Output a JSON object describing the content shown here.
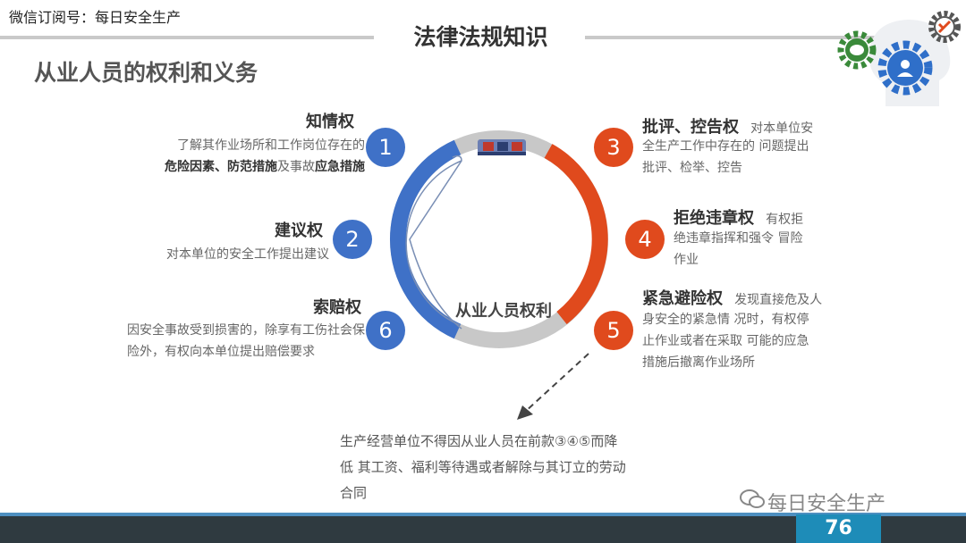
{
  "header": {
    "wechat": "微信订阅号：每日安全生产",
    "title": "法律法规知识"
  },
  "section_title": "从业人员的权利和义务",
  "center_label": "从业人员权利",
  "rights": {
    "r1": {
      "num": "1",
      "title": "知情权",
      "line1": "了解其作业场所和工作岗位存在的",
      "b1": "危险因素",
      "sep1": "、",
      "b2": "防范措施",
      "mid": "及事故",
      "b3": "应急措施"
    },
    "r2": {
      "num": "2",
      "title": "建议权",
      "text": "对本单位的安全工作提出建议"
    },
    "r6": {
      "num": "6",
      "title": "索赔权",
      "text": "因安全事故受到损害的，除享有工伤社会保险外，有权向本单位提出赔偿要求"
    },
    "r3": {
      "num": "3",
      "title": "批评、控告权",
      "text1": "对本单位安",
      "text2": "全生产工作中存在的 问题提出",
      "text3": "批评、检举、控告"
    },
    "r4": {
      "num": "4",
      "title": "拒绝违章权",
      "text1": "有权拒",
      "text2": "绝违章指挥和强令 冒险",
      "text3": "作业"
    },
    "r5": {
      "num": "5",
      "title": "紧急避险权",
      "text1": "发现直接危及人",
      "text2": "身安全的紧急情 况时，有权停",
      "text3": "止作业或者在采取 可能的应急",
      "text4": "措施后撤离作业场所"
    }
  },
  "bottom_note": {
    "line1": "生产经营单位不得因从业人员在前款③④⑤而降",
    "line2": "低 其工资、福利等待遇或者解除与其订立的劳动",
    "line3": "合同"
  },
  "footer": {
    "watermark": "每日安全生产",
    "page": "76"
  },
  "colors": {
    "blue": "#3f71c7",
    "red": "#e04a1d",
    "gray": "#c8c8c8"
  }
}
